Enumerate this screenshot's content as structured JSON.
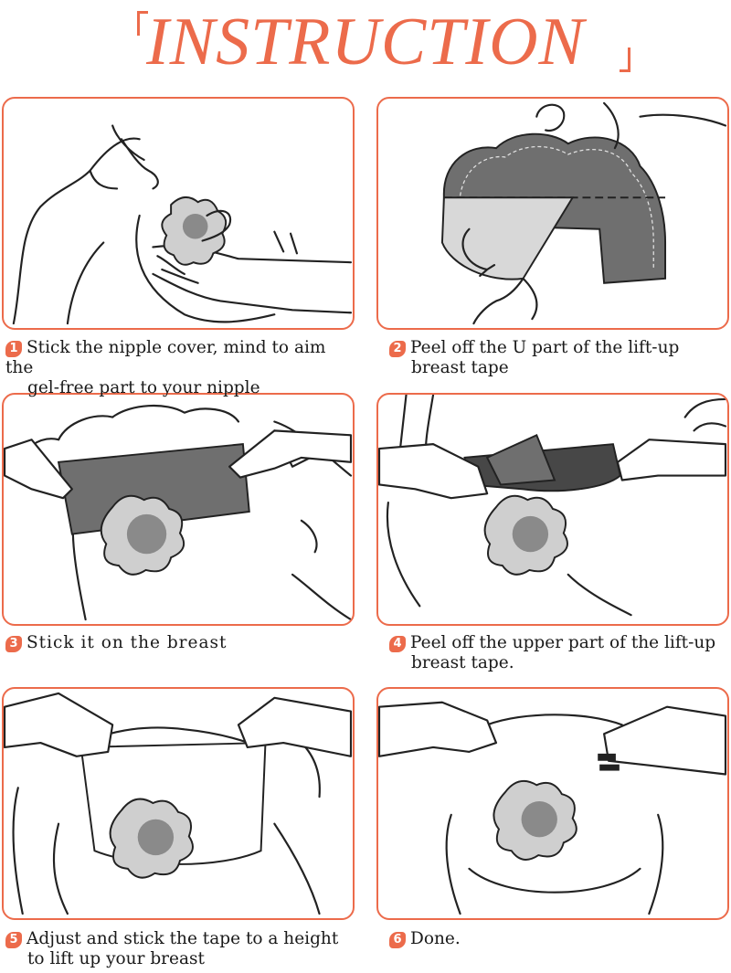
{
  "title": "INSTRUCTION",
  "accent_color": "#ec6b4b",
  "steps": [
    {
      "number": "1",
      "lines": [
        "Stick the nipple cover, mind to aim the",
        "gel-free part to your nipple"
      ]
    },
    {
      "number": "2",
      "lines": [
        "Peel off the U part of the lift-up",
        "breast tape"
      ]
    },
    {
      "number": "3",
      "lines": [
        "Stick it on the breast"
      ]
    },
    {
      "number": "4",
      "lines": [
        "Peel off the upper part of the lift-up",
        "breast tape."
      ]
    },
    {
      "number": "5",
      "lines": [
        "Adjust and stick the tape to a height",
        "to lift up your breast"
      ]
    },
    {
      "number": "6",
      "lines": [
        "Done."
      ]
    }
  ]
}
